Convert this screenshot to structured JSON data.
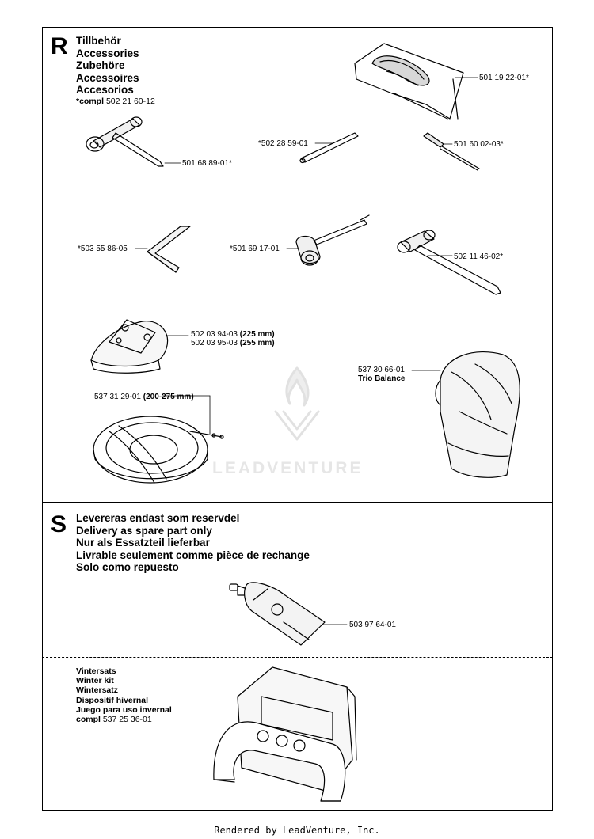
{
  "section_r": {
    "letter": "R",
    "titles": [
      "Tillbehör",
      "Accessories",
      "Zubehöre",
      "Accessoires",
      "Accesorios"
    ],
    "compl_label": "*compl",
    "compl_value": "502 21 60-12"
  },
  "section_s": {
    "letter": "S",
    "titles": [
      "Levereras endast som reservdel",
      "Delivery as spare part only",
      "Nur als Essatzteil lieferbar",
      "Livrable seulement comme pièce de rechange",
      "Solo como repuesto"
    ]
  },
  "parts": {
    "bag_harness": "501 19 22-01*",
    "pin": "*502 28 59-01",
    "screwdriver": "501 60 02-03*",
    "combination_wrench": "501 68 89-01*",
    "hex_key": "*503 55 86-05",
    "socket_wrench": "*501 69 17-01",
    "box_wrench": "502 11 46-02*",
    "guard_225": "502 03 94-03",
    "guard_225_size": "(225 mm)",
    "guard_255": "502 03 95-03",
    "guard_255_size": "(255 mm)",
    "trio_balance_no": "537 30 66-01",
    "trio_balance_name": "Trio Balance",
    "guard_ring_no": "537 31 29-01",
    "guard_ring_size": "(200-275 mm)",
    "grease_tube": "503 97 64-01"
  },
  "winter_kit": {
    "lines": [
      "Vintersats",
      "Winter kit",
      "Wintersatz",
      "Dispositif hivernal",
      "Juego para uso invernal"
    ],
    "compl_label": "compl",
    "compl_value": "537 25 36-01"
  },
  "footer": "Rendered by LeadVenture, Inc."
}
